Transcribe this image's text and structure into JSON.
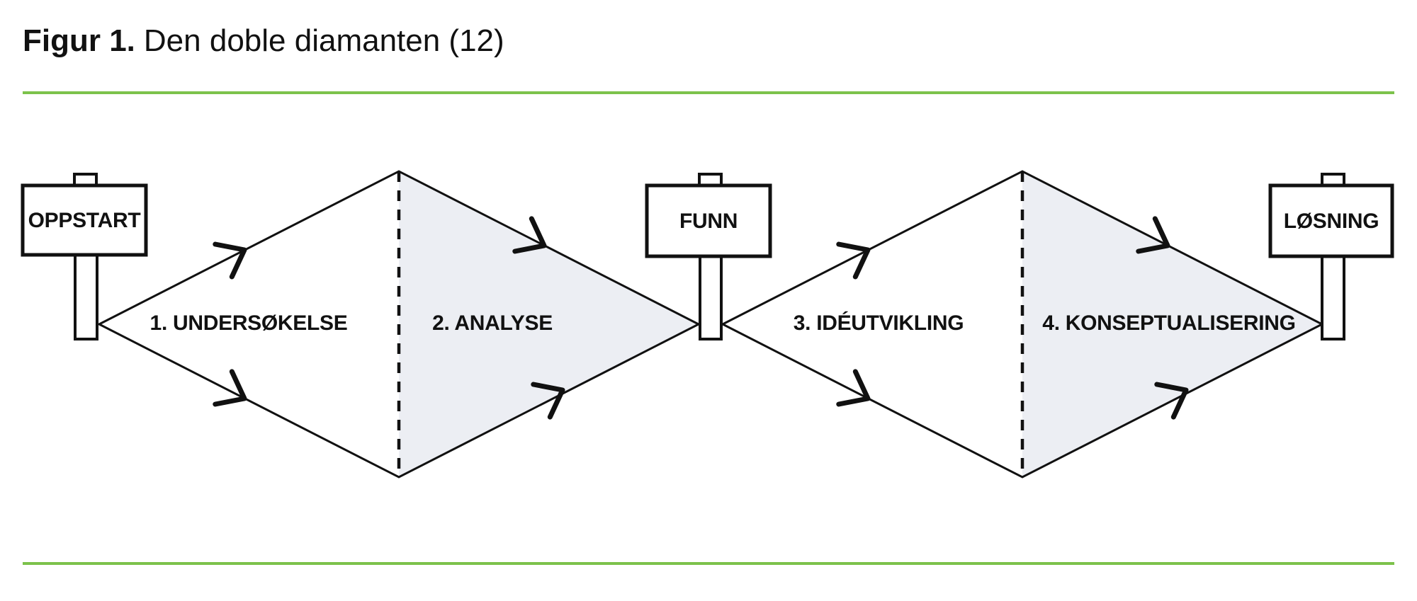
{
  "title": {
    "prefix": "Figur 1.",
    "rest": "Den doble diamanten (12)"
  },
  "colors": {
    "accent_green": "#7cc24b",
    "diamond_fill": "#eceef3",
    "line_black": "#111111"
  },
  "diagram": {
    "signposts": [
      {
        "id": "oppstart",
        "label": "OPPSTART"
      },
      {
        "id": "funn",
        "label": "FUNN"
      },
      {
        "id": "losning",
        "label": "LØSNING"
      }
    ],
    "phases": [
      {
        "label": "1. UNDERSØKELSE"
      },
      {
        "label": "2. ANALYSE"
      },
      {
        "label": "3. IDÉUTVIKLING"
      },
      {
        "label": "4. KONSEPTUALISERING"
      }
    ]
  }
}
